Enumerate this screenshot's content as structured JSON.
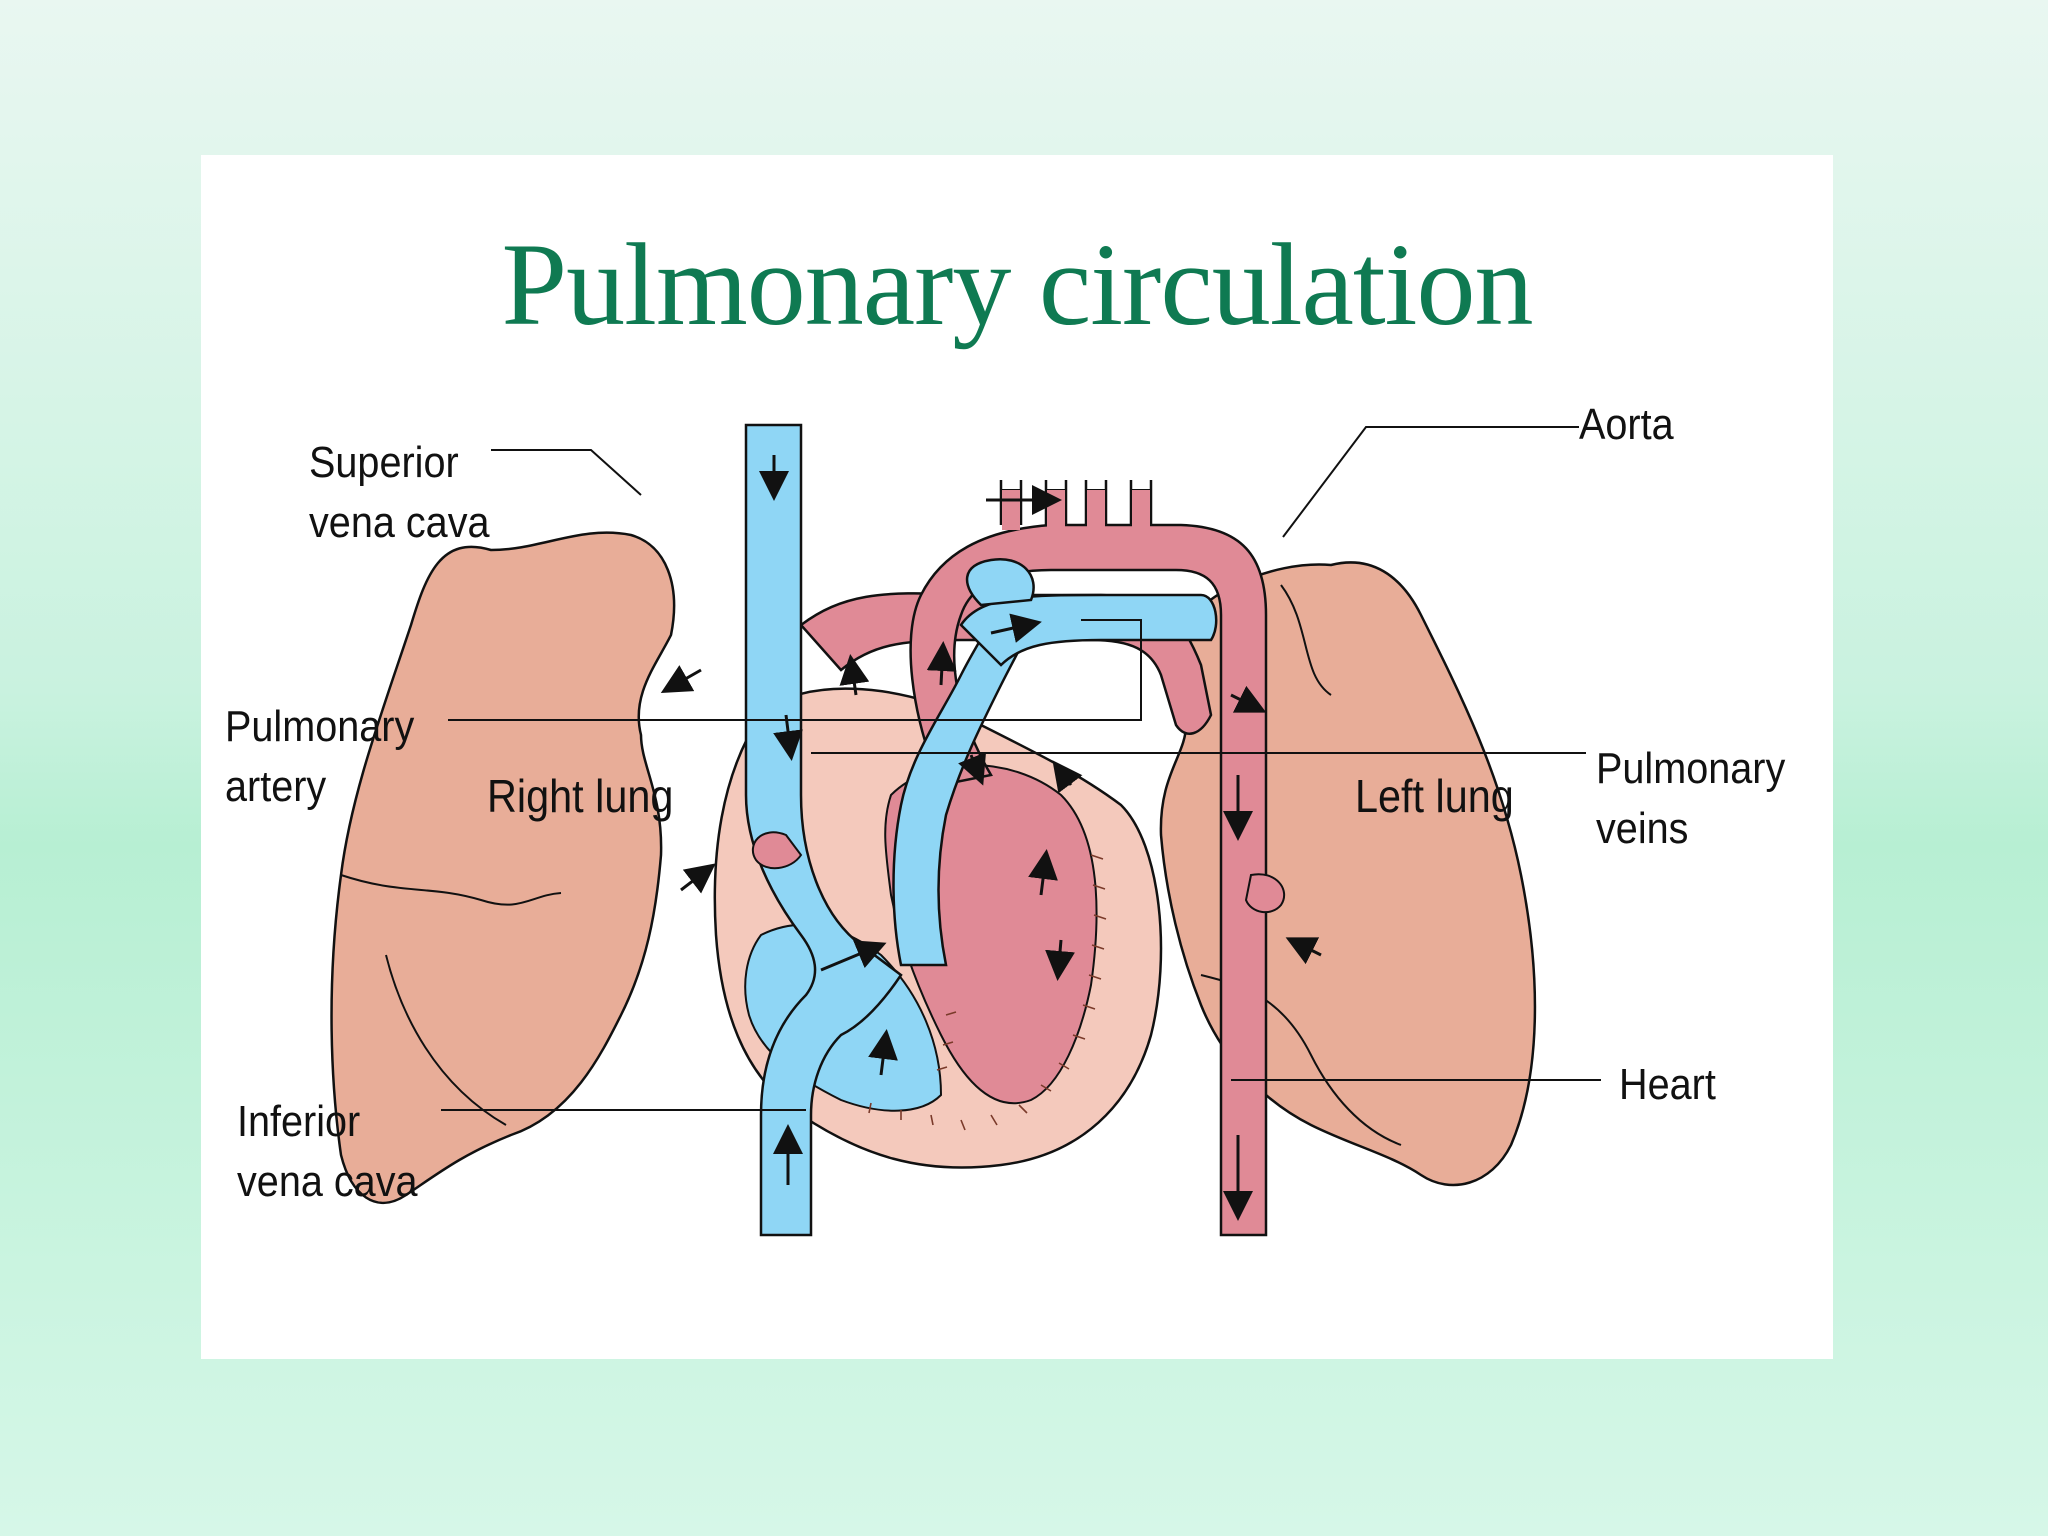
{
  "title": "Pulmonary circulation",
  "labels": {
    "superior_vena_cava": [
      "Superior",
      "vena cava"
    ],
    "aorta": "Aorta",
    "pulmonary_artery": [
      "Pulmonary",
      "artery"
    ],
    "pulmonary_veins": [
      "Pulmonary",
      "veins"
    ],
    "right_lung": "Right lung",
    "left_lung": "Left lung",
    "inferior_vena_cava": [
      "Inferior",
      "vena cava"
    ],
    "heart": "Heart"
  },
  "colors": {
    "title": "#0f7a52",
    "lung": "#e8ad98",
    "oxygenated": "#e08a96",
    "deoxygenated": "#8fd6f5",
    "heart_wall": "#f4c9bc",
    "outline": "#111111"
  }
}
